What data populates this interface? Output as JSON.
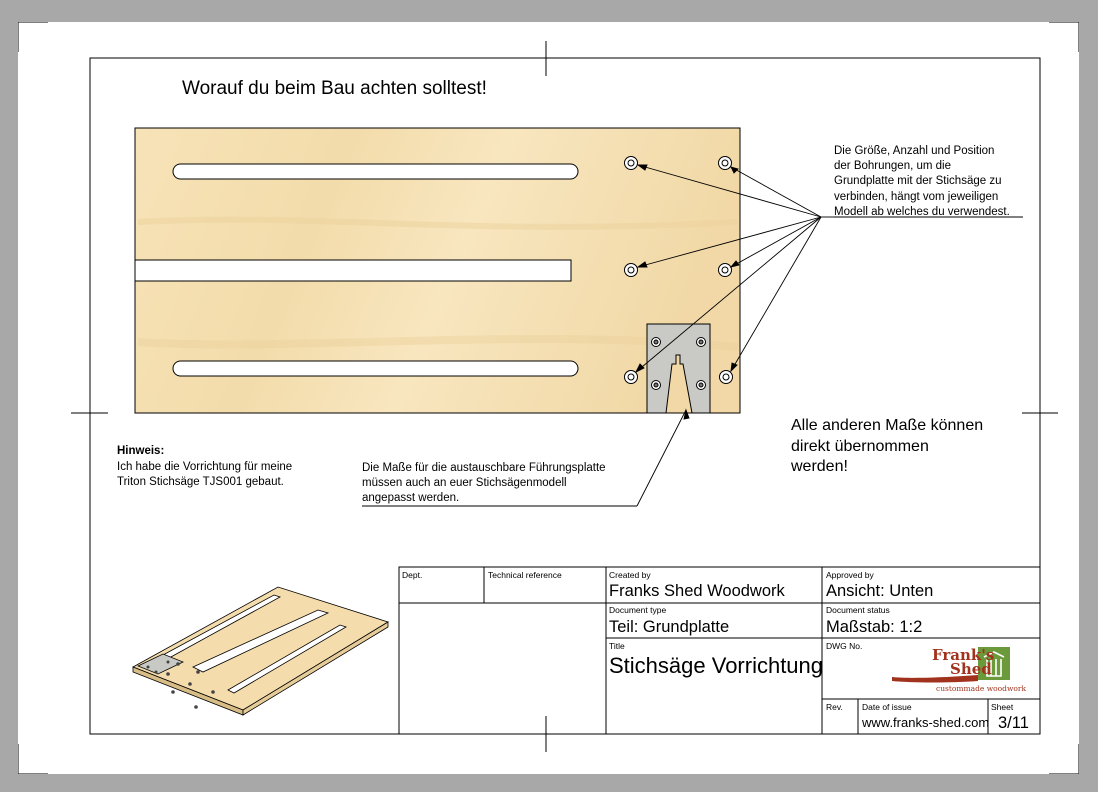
{
  "heading": "Worauf du beim Bau achten solltest!",
  "notes": {
    "holes": "Die Größe, Anzahl und Position\nder Bohrungen, um die\nGrundplatte mit der Stichsäge zu\nverbinden, hängt vom jeweiligen\nModell ab welches du verwendest.",
    "hint_title": "Hinweis:",
    "hint_text": "Ich habe die Vorrichtung für meine\nTriton Stichsäge TJS001 gebaut.",
    "plate": "Die Maße für die austauschbare Führungsplatte\nmüssen auch an euer Stichsägenmodell\nangepasst werden.",
    "other": "Alle anderen Maße können\ndirekt übernommen\nwerden!"
  },
  "title_block": {
    "dept_label": "Dept.",
    "techref_label": "Technical reference",
    "created_label": "Created by",
    "created_value": "Franks Shed Woodwork",
    "approved_label": "Approved by",
    "approved_value": "Ansicht: Unten",
    "doctype_label": "Document type",
    "doctype_value": "Teil: Grundplatte",
    "docstatus_label": "Document status",
    "docstatus_value": "Maßstab: 1:2",
    "title_label": "Title",
    "title_value": "Stichsäge Vorrichtung",
    "dwg_label": "DWG No.",
    "rev_label": "Rev.",
    "date_label": "Date of issue",
    "date_value": "www.franks-shed.com",
    "sheet_label": "Sheet",
    "sheet_value": "3/11"
  },
  "logo": {
    "line1": "Frank's",
    "line2": "Shed",
    "tagline": "custommade woodwork",
    "brand_color": "#a1331e",
    "green_color": "#6b9a3a"
  },
  "colors": {
    "wood": "#f6e0b3",
    "wood_dark": "#e9cf9c",
    "plate": "#c8c8c4",
    "frame": "#000000"
  }
}
